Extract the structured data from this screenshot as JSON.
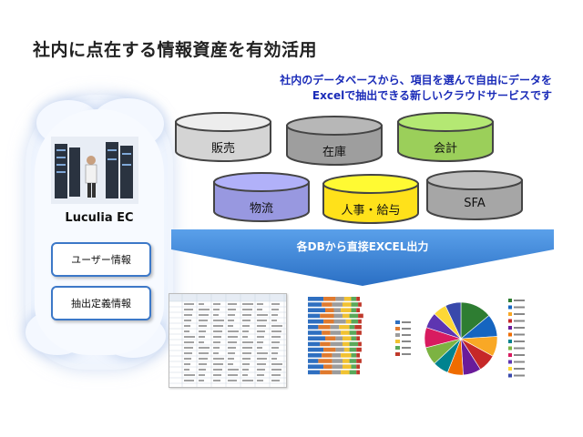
{
  "title": "社内に点在する情報資産を有効活用",
  "subtitle_line1": "社内のデータベースから、項目を選んで自由にデータを",
  "subtitle_line2": "Excelで抽出できる新しいクラウドサービスです",
  "product": {
    "name": "Luculia EC",
    "boxes": [
      "ユーザー情報",
      "抽出定義情報"
    ]
  },
  "databases": [
    {
      "label": "販売",
      "color": "#d4d4d4"
    },
    {
      "label": "在庫",
      "color": "#9e9e9e"
    },
    {
      "label": "会計",
      "color": "#9bcf5a"
    },
    {
      "label": "物流",
      "color": "#9898e0"
    },
    {
      "label": "人事・給与",
      "color": "#ffe11a"
    },
    {
      "label": "SFA",
      "color": "#a6a6a6"
    }
  ],
  "arrow_label": "各DBから直接EXCEL出力",
  "colors": {
    "title_text": "#222222",
    "subtitle_text": "#1a2bb8",
    "arrow": "#3a86d8",
    "box_border": "#3c78c8"
  }
}
